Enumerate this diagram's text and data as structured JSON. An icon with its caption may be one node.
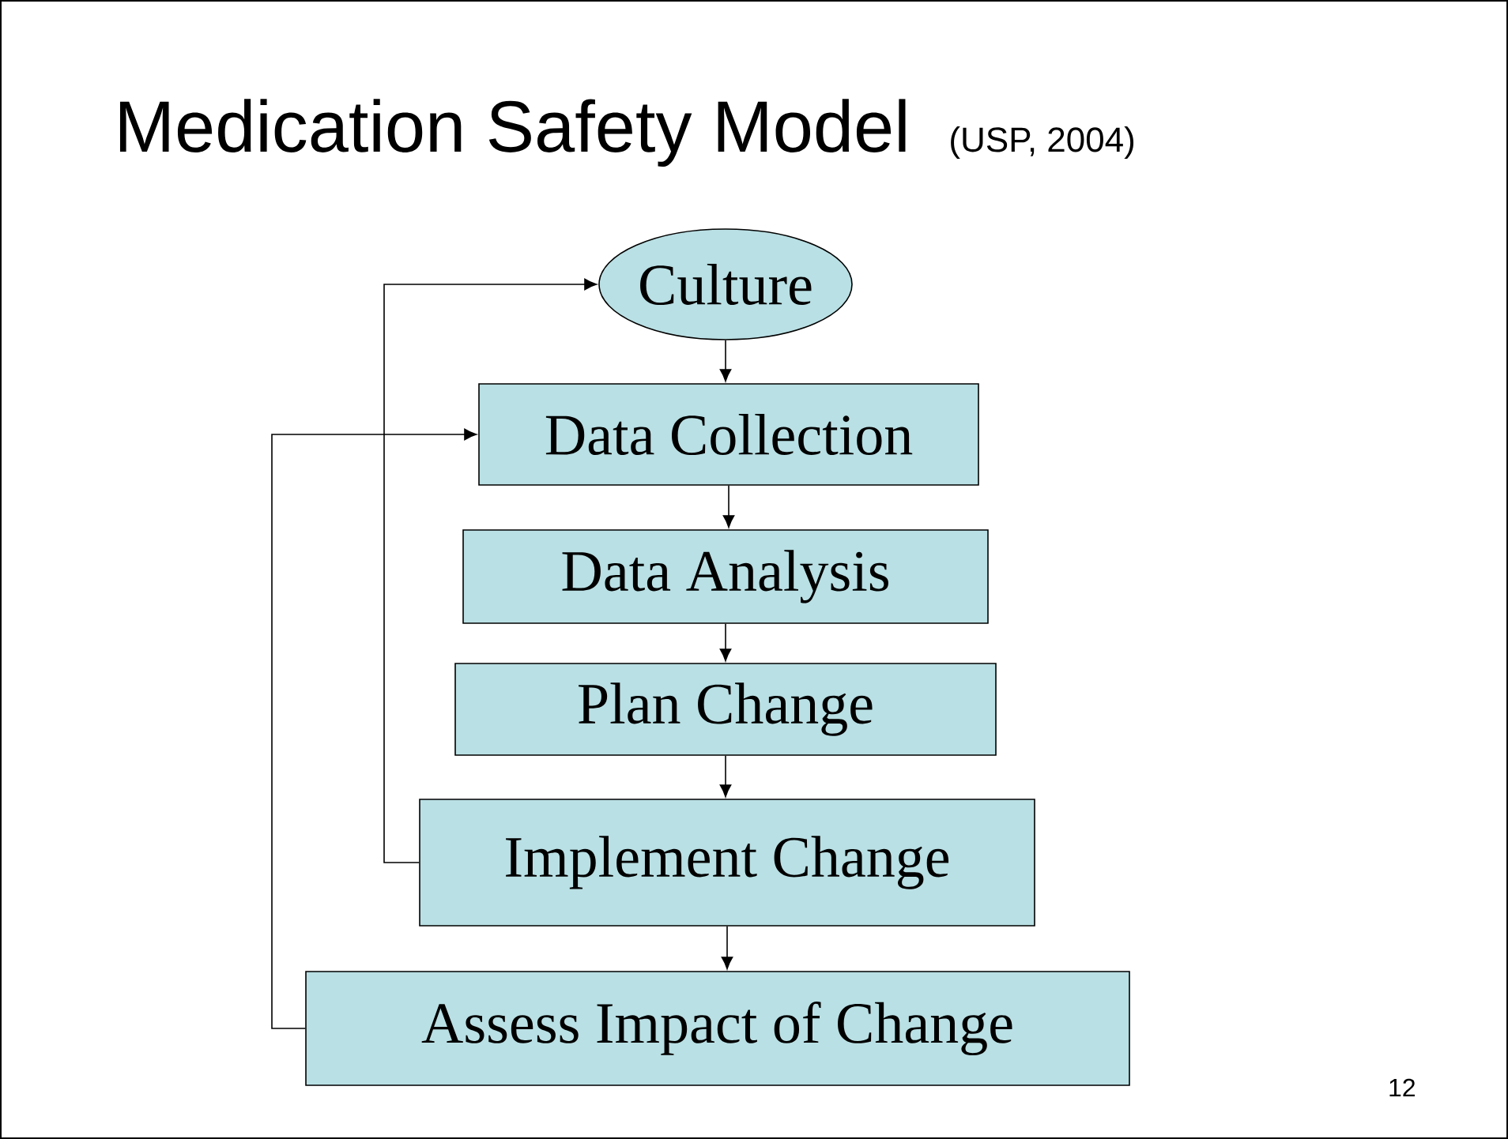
{
  "diagram": {
    "title": "Medication Safety Model",
    "nodes": [
      {
        "text": [
          "Culture"
        ]
      },
      {
        "text": [
          "Data Collection"
        ]
      },
      {
        "text": [
          "Data Analysis"
        ]
      },
      {
        "text": [
          "Plan Change"
        ]
      },
      {
        "text": [
          "Implement Change"
        ]
      },
      {
        "text": [
          "Assess Impact of Change"
        ]
      }
    ],
    "edges": [
      {
        "from": 0,
        "to": 1,
        "arrow": "to"
      },
      {
        "from": 1,
        "to": 2,
        "arrow": "to"
      },
      {
        "from": 2,
        "to": 3,
        "arrow": "to"
      },
      {
        "from": 3,
        "to": 4,
        "arrow": "to"
      },
      {
        "from": 4,
        "to": 5,
        "arrow": "to"
      },
      {
        "from": 4,
        "to": 0,
        "arrow": "to"
      },
      {
        "from": 5,
        "to": 1,
        "arrow": "to"
      }
    ],
    "labels": [
      "(USP, 2004)",
      "12"
    ]
  }
}
